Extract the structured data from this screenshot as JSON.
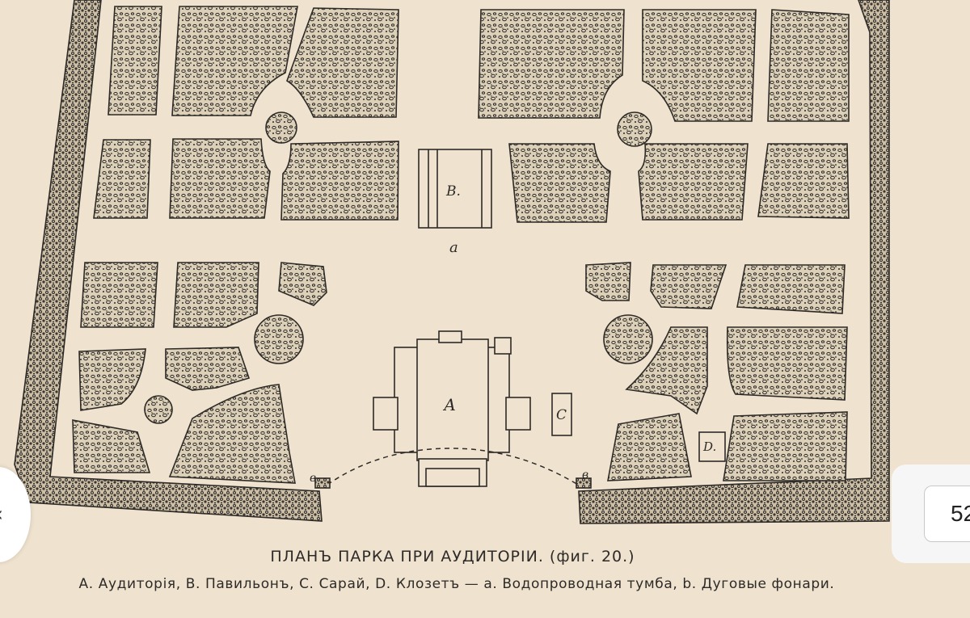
{
  "plan": {
    "labels": {
      "A": "А",
      "B": "В.",
      "C": "С",
      "D": "D.",
      "a": "а",
      "b_left": "в",
      "b_right": "в"
    }
  },
  "caption": {
    "title": "ПЛАНЪ ПАРКА ПРИ АУДИТОРІИ. (фиг. 20.)",
    "legend": "А. Аудиторія, В. Павильонъ, С. Сарай, D. Клозетъ — а. Водопроводная тумба, b. Дуговые фонари."
  },
  "viewer": {
    "page_number": "52",
    "prev_glyph": "‹"
  },
  "colors": {
    "paper": "#efe3cf",
    "ink": "#2d2a27",
    "bed_fill": "#ddd0b8"
  }
}
